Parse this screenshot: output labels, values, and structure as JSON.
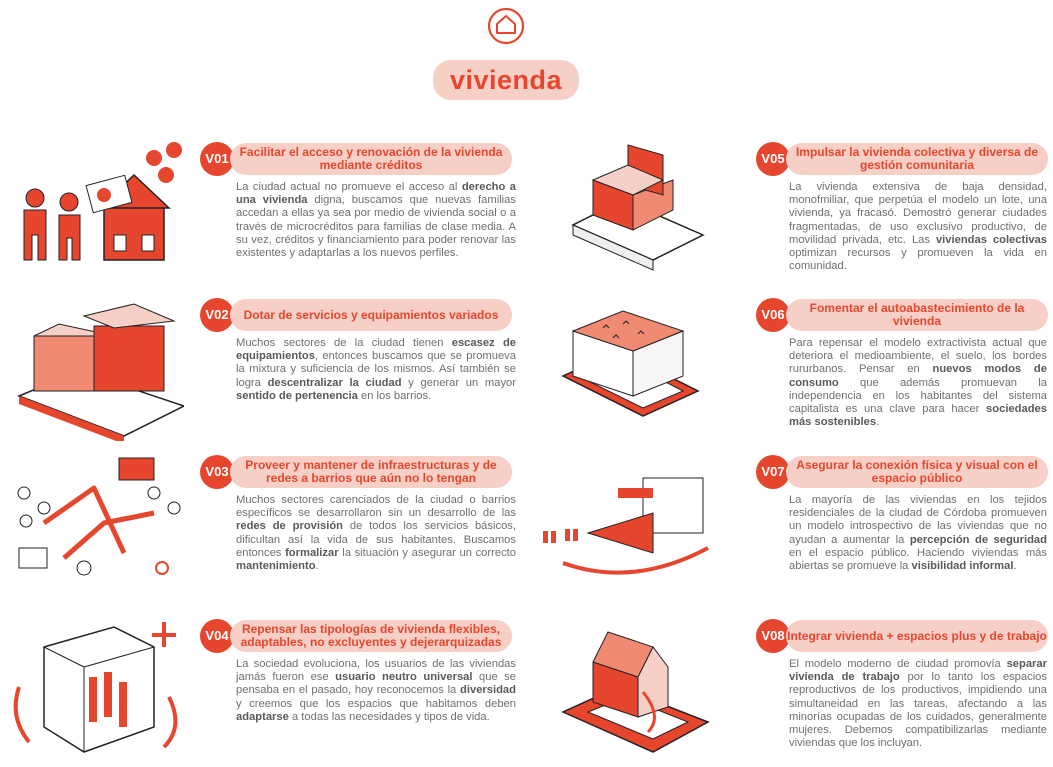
{
  "header": {
    "title": "vivienda",
    "logo_icon": "house-icon",
    "accent_color": "#e6462e",
    "pill_color": "#f6cfc6"
  },
  "items": [
    {
      "code": "V01",
      "title": "Facilitar el acceso y renovación de la vivienda mediante créditos",
      "illustration": "people-money-house-icon",
      "desc": [
        {
          "t": "La ciudad actual no promueve el acceso al "
        },
        {
          "t": "derecho a una vivienda",
          "b": true
        },
        {
          "t": " digna, buscamos que nuevas familias accedan a ellas ya sea por medio de vivienda social o a través de microcréditos para familias de clase media. A su vez, créditos y financiamiento para poder renovar las existentes y adaptarlas a los nuevos perfiles."
        }
      ]
    },
    {
      "code": "V02",
      "title": "Dotar de servicios y equipamientos variados",
      "illustration": "buildings-block-icon",
      "desc": [
        {
          "t": "Muchos sectores de la ciudad tienen "
        },
        {
          "t": "escasez de equipamientos",
          "b": true
        },
        {
          "t": ", entonces buscamos que se promueva la mixtura y suficiencia de los mismos. Así también se logra "
        },
        {
          "t": "descentralizar la ciudad",
          "b": true
        },
        {
          "t": " y generar un mayor "
        },
        {
          "t": "sentido de pertenencia",
          "b": true
        },
        {
          "t": " en los barrios."
        }
      ]
    },
    {
      "code": "V03",
      "title": "Proveer y mantener de infraestructuras y de redes a barrios que aún no lo tengan",
      "illustration": "network-arrows-icon",
      "desc": [
        {
          "t": "Muchos sectores carenciados de la ciudad o barrios específicos se desarrollaron sin un desarrollo de las "
        },
        {
          "t": "redes de provisión",
          "b": true
        },
        {
          "t": " de todos los servicios básicos, dificultan así la vida de sus habitantes. Buscamos entonces "
        },
        {
          "t": "formalizar",
          "b": true
        },
        {
          "t": " la situación y asegurar un correcto "
        },
        {
          "t": "mantenimiento",
          "b": true
        },
        {
          "t": "."
        }
      ]
    },
    {
      "code": "V04",
      "title": "Repensar las tipologías de vivienda flexibles, adaptables, no excluyentes y dejerarquizadas",
      "illustration": "flexible-house-icon",
      "desc": [
        {
          "t": "La sociedad evoluciona, los usuarios de las viviendas jamás fueron ese "
        },
        {
          "t": "usuario neutro universal",
          "b": true
        },
        {
          "t": " que se pensaba en el pasado, hoy reconocemos la "
        },
        {
          "t": "diversidad",
          "b": true
        },
        {
          "t": " y creemos que los espacios que habitamos deben "
        },
        {
          "t": "adaptarse",
          "b": true
        },
        {
          "t": " a todas las necesidades y tipos de vida."
        }
      ]
    },
    {
      "code": "V05",
      "title": "Impulsar la vivienda colectiva y diversa de gestión comunitaria",
      "illustration": "collective-housing-icon",
      "desc": [
        {
          "t": "La vivienda extensiva de baja densidad, monofmiliar, que perpetúa el modelo un lote, una vivienda, ya fracasó. Demostró generar ciudades fragmentadas, de uso exclusivo productivo, de movilidad privada, etc. Las "
        },
        {
          "t": "viviendas colectivas",
          "b": true
        },
        {
          "t": " optimizan recursos y promueven la vida en comunidad."
        }
      ]
    },
    {
      "code": "V06",
      "title": "Fomentar el autoabastecimiento de la vivienda",
      "illustration": "garden-roof-icon",
      "desc": [
        {
          "t": "Para repensar el modelo extractivista actual que deteriora el medioambiente, el suelo, los bordes rururbanos. Pensar en "
        },
        {
          "t": "nuevos modos de consumo",
          "b": true
        },
        {
          "t": " que además promuevan la independencia en los habitantes del sistema capitalista es una clave para hacer "
        },
        {
          "t": "sociedades más sostenibles",
          "b": true
        },
        {
          "t": "."
        }
      ]
    },
    {
      "code": "V07",
      "title": "Asegurar la conexión física y visual con el espacio público",
      "illustration": "visual-connection-icon",
      "desc": [
        {
          "t": "La mayoría de las viviendas en los tejidos residenciales de la ciudad de Córdoba promueven un modelo introspectivo de las viviendas que no ayudan a aumentar la "
        },
        {
          "t": "percepción de seguridad",
          "b": true
        },
        {
          "t": " en el espacio público. Haciendo viviendas más abiertas se promueve la "
        },
        {
          "t": "visibilidad informal",
          "b": true
        },
        {
          "t": "."
        }
      ]
    },
    {
      "code": "V08",
      "title": "Integrar vivienda + espacios plus y de trabajo",
      "illustration": "house-workspace-icon",
      "desc": [
        {
          "t": "El modelo moderno de ciudad promovía "
        },
        {
          "t": "separar vivienda de trabajo",
          "b": true
        },
        {
          "t": " por lo tanto los espacios reproductivos de los productivos, impidiendo una simultaneidad en las tareas, afectando a las minorías ocupadas de los cuidados, generalmente mujeres. Debemos compatibilizarlas mediante viviendas que los incluyan."
        }
      ]
    }
  ]
}
